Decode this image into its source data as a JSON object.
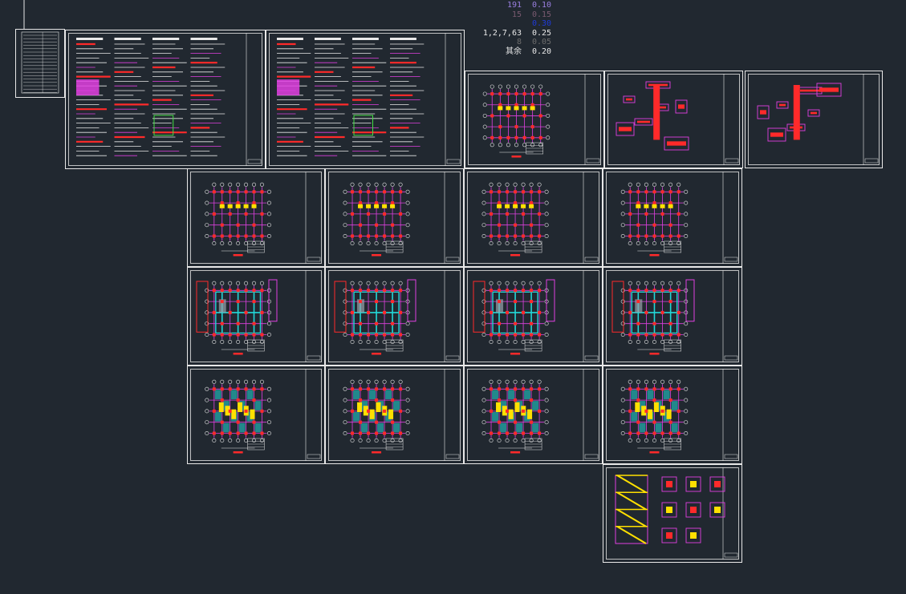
{
  "app": {
    "title": "CAD model space — structural drawing set overview",
    "background": "#212830"
  },
  "lineweight_legend": [
    {
      "label": "191",
      "weight": "0.10",
      "color": "#9a7fe0"
    },
    {
      "label": "15",
      "weight": "0.15",
      "color": "#7a5a70"
    },
    {
      "label": "",
      "weight": "0.30",
      "color": "#1f3bd8"
    },
    {
      "label": "1,2,7,63",
      "weight": "0.25",
      "color": "#e8e8e8"
    },
    {
      "label": "8",
      "weight": "0.05",
      "color": "#6c6c6c"
    },
    {
      "label": "其余",
      "weight": "0.20",
      "color": "#e8e8e8"
    }
  ],
  "sheets": [
    {
      "id": "index",
      "kind": "index"
    },
    {
      "id": "notes-1",
      "kind": "notes"
    },
    {
      "id": "notes-2",
      "kind": "notes"
    },
    {
      "id": "pile-plan",
      "kind": "grid"
    },
    {
      "id": "foundation-detail",
      "kind": "detail"
    },
    {
      "id": "pile-cap-details",
      "kind": "detail"
    },
    {
      "id": "column-plan-1",
      "kind": "grid"
    },
    {
      "id": "column-plan-2",
      "kind": "grid"
    },
    {
      "id": "column-plan-3",
      "kind": "grid"
    },
    {
      "id": "column-plan-4",
      "kind": "grid"
    },
    {
      "id": "beam-plan-1",
      "kind": "beam"
    },
    {
      "id": "beam-plan-2",
      "kind": "beam"
    },
    {
      "id": "beam-plan-3",
      "kind": "beam"
    },
    {
      "id": "beam-plan-roof",
      "kind": "beam"
    },
    {
      "id": "slab-plan-1",
      "kind": "slab"
    },
    {
      "id": "slab-plan-2",
      "kind": "slab"
    },
    {
      "id": "slab-plan-3",
      "kind": "slab"
    },
    {
      "id": "slab-plan-roof",
      "kind": "slab"
    },
    {
      "id": "stair-details",
      "kind": "stair"
    }
  ],
  "colors": {
    "frame": "#e8e8e8",
    "axis": "#e040e0",
    "column": "#ff2a2a",
    "beam": "#22d8d8",
    "slab": "#ffe000",
    "text": "#e8e8e8",
    "accent": "#44dd44"
  }
}
